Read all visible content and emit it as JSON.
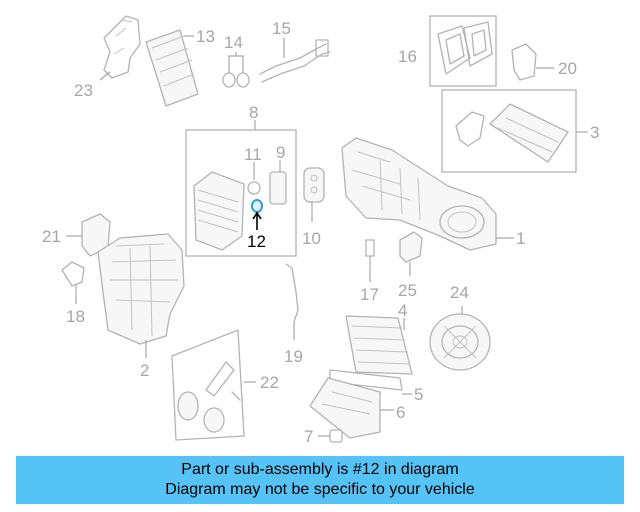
{
  "diagram": {
    "callouts": {
      "c1": "1",
      "c2": "2",
      "c3": "3",
      "c4": "4",
      "c5": "5",
      "c6": "6",
      "c7": "7",
      "c8": "8",
      "c9": "9",
      "c10": "10",
      "c11": "11",
      "c12": "12",
      "c13": "13",
      "c14": "14",
      "c15": "15",
      "c16": "16",
      "c17": "17",
      "c18": "18",
      "c19": "19",
      "c20": "20",
      "c21": "21",
      "c22": "22",
      "c23": "23",
      "c24": "24",
      "c25": "25"
    },
    "highlight_color": "#2aa0d8"
  },
  "banner": {
    "line1": "Part or sub-assembly is #12 in diagram",
    "line2": "Diagram may not be specific to your vehicle",
    "background": "#55c3f5"
  }
}
